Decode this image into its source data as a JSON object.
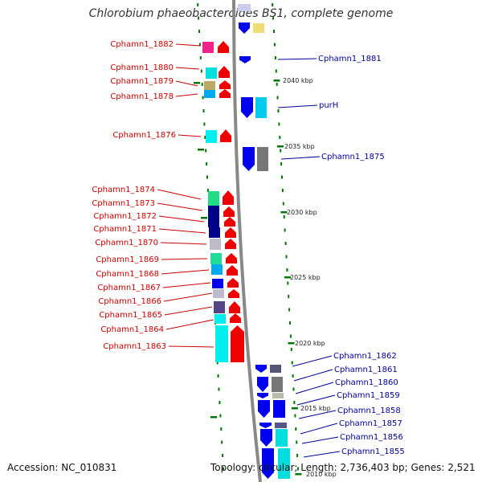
{
  "title": "Chlorobium phaeobacteroides BS1, complete genome",
  "footer": {
    "accession": "Accession: NC_010831",
    "topology": "Topology: circular; Length: 2,736,403 bp; Genes: 2,521"
  },
  "colors": {
    "left_label": "#cc0000",
    "right_label": "#000099",
    "backbone": "#888888",
    "tick": "#007700"
  },
  "chart_data": {
    "type": "genome-map",
    "left_strand_genes": [
      {
        "label": "Cphamn1_1882",
        "color": "#ee2288"
      },
      {
        "label": "Cphamn1_1880",
        "color": "#00dddd"
      },
      {
        "label": "Cphamn1_1879",
        "color": "#bbaa66"
      },
      {
        "label": "Cphamn1_1878",
        "color": "#00aaee"
      },
      {
        "label": "Cphamn1_1876",
        "color": "#00eeee"
      },
      {
        "label": "Cphamn1_1874",
        "color": "#22dd88"
      },
      {
        "label": "Cphamn1_1873",
        "color": "#000088"
      },
      {
        "label": "Cphamn1_1872",
        "color": "#000088"
      },
      {
        "label": "Cphamn1_1871",
        "color": "#000088"
      },
      {
        "label": "Cphamn1_1870",
        "color": "#bbbbcc"
      },
      {
        "label": "Cphamn1_1869",
        "color": "#22dd99"
      },
      {
        "label": "Cphamn1_1868",
        "color": "#00aaee"
      },
      {
        "label": "Cphamn1_1867",
        "color": "#0000ee"
      },
      {
        "label": "Cphamn1_1866",
        "color": "#bbbbcc"
      },
      {
        "label": "Cphamn1_1865",
        "color": "#554488"
      },
      {
        "label": "Cphamn1_1864",
        "color": "#00eeee"
      },
      {
        "label": "Cphamn1_1863",
        "color": "#00eeee"
      }
    ],
    "right_strand_genes": [
      {
        "label": "Cphamn1_1881",
        "color": "#0000ee"
      },
      {
        "label": "purH",
        "color": "#00ccee"
      },
      {
        "label": "Cphamn1_1875",
        "color": "#777777"
      },
      {
        "label": "Cphamn1_1862",
        "color": "#555577"
      },
      {
        "label": "Cphamn1_1861",
        "color": "#777777"
      },
      {
        "label": "Cphamn1_1860",
        "color": "#bbbbaa"
      },
      {
        "label": "Cphamn1_1859",
        "color": "#0000ee"
      },
      {
        "label": "Cphamn1_1858",
        "color": "#0000ee"
      },
      {
        "label": "Cphamn1_1857",
        "color": "#555588"
      },
      {
        "label": "Cphamn1_1856",
        "color": "#00dddd"
      },
      {
        "label": "Cphamn1_1855",
        "color": "#00dddd"
      }
    ],
    "kbp_ticks": [
      "2040 kbp",
      "2035 kbp",
      "2030 kbp",
      "2025 kbp",
      "2020 kbp",
      "2015 kbp",
      "2010 kbp"
    ]
  }
}
